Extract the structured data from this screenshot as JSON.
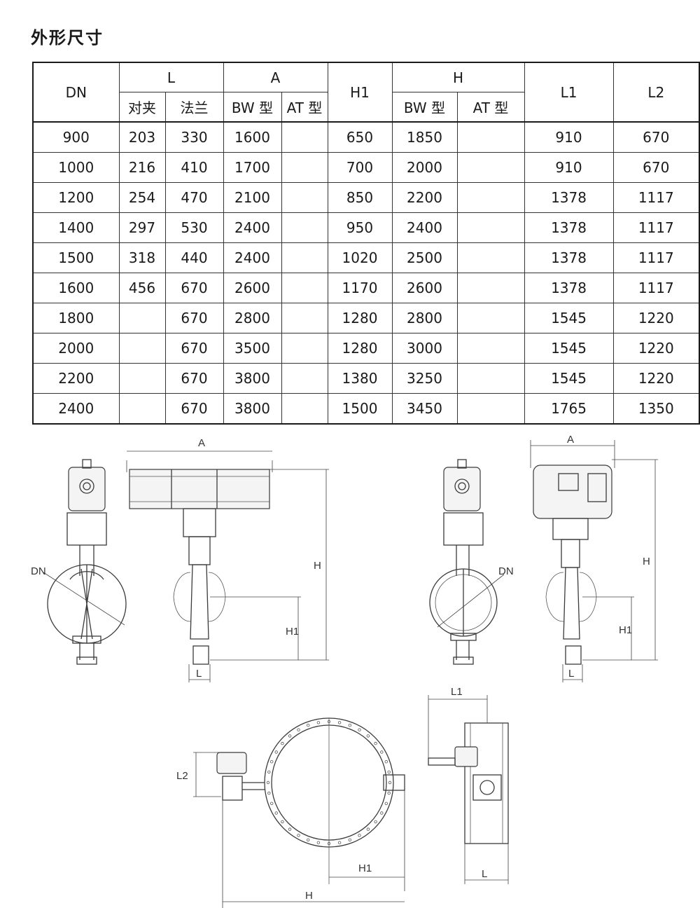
{
  "title": "外形尺寸",
  "table": {
    "header": {
      "dn": "DN",
      "l": "L",
      "l_wafer": "对夹",
      "l_flange": "法兰",
      "a": "A",
      "a_bw": "BW 型",
      "a_at": "AT 型",
      "h1": "H1",
      "h": "H",
      "h_bw": "BW 型",
      "h_at": "AT 型",
      "l1": "L1",
      "l2": "L2"
    },
    "rows": [
      {
        "dn": "900",
        "l_wafer": "203",
        "l_flange": "330",
        "a_bw": "1600",
        "a_at": "",
        "h1": "650",
        "h_bw": "1850",
        "h_at": "",
        "l1": "910",
        "l2": "670"
      },
      {
        "dn": "1000",
        "l_wafer": "216",
        "l_flange": "410",
        "a_bw": "1700",
        "a_at": "",
        "h1": "700",
        "h_bw": "2000",
        "h_at": "",
        "l1": "910",
        "l2": "670"
      },
      {
        "dn": "1200",
        "l_wafer": "254",
        "l_flange": "470",
        "a_bw": "2100",
        "a_at": "",
        "h1": "850",
        "h_bw": "2200",
        "h_at": "",
        "l1": "1378",
        "l2": "1117"
      },
      {
        "dn": "1400",
        "l_wafer": "297",
        "l_flange": "530",
        "a_bw": "2400",
        "a_at": "",
        "h1": "950",
        "h_bw": "2400",
        "h_at": "",
        "l1": "1378",
        "l2": "1117"
      },
      {
        "dn": "1500",
        "l_wafer": "318",
        "l_flange": "440",
        "a_bw": "2400",
        "a_at": "",
        "h1": "1020",
        "h_bw": "2500",
        "h_at": "",
        "l1": "1378",
        "l2": "1117"
      },
      {
        "dn": "1600",
        "l_wafer": "456",
        "l_flange": "670",
        "a_bw": "2600",
        "a_at": "",
        "h1": "1170",
        "h_bw": "2600",
        "h_at": "",
        "l1": "1378",
        "l2": "1117"
      },
      {
        "dn": "1800",
        "l_wafer": "",
        "l_flange": "670",
        "a_bw": "2800",
        "a_at": "",
        "h1": "1280",
        "h_bw": "2800",
        "h_at": "",
        "l1": "1545",
        "l2": "1220"
      },
      {
        "dn": "2000",
        "l_wafer": "",
        "l_flange": "670",
        "a_bw": "3500",
        "a_at": "",
        "h1": "1280",
        "h_bw": "3000",
        "h_at": "",
        "l1": "1545",
        "l2": "1220"
      },
      {
        "dn": "2200",
        "l_wafer": "",
        "l_flange": "670",
        "a_bw": "3800",
        "a_at": "",
        "h1": "1380",
        "h_bw": "3250",
        "h_at": "",
        "l1": "1545",
        "l2": "1220"
      },
      {
        "dn": "2400",
        "l_wafer": "",
        "l_flange": "670",
        "a_bw": "3800",
        "a_at": "",
        "h1": "1500",
        "h_bw": "3450",
        "h_at": "",
        "l1": "1765",
        "l2": "1350"
      }
    ]
  },
  "drawing_labels": {
    "a": "A",
    "h": "H",
    "h1": "H1",
    "dn": "DN",
    "l": "L",
    "l1": "L1",
    "l2": "L2"
  }
}
